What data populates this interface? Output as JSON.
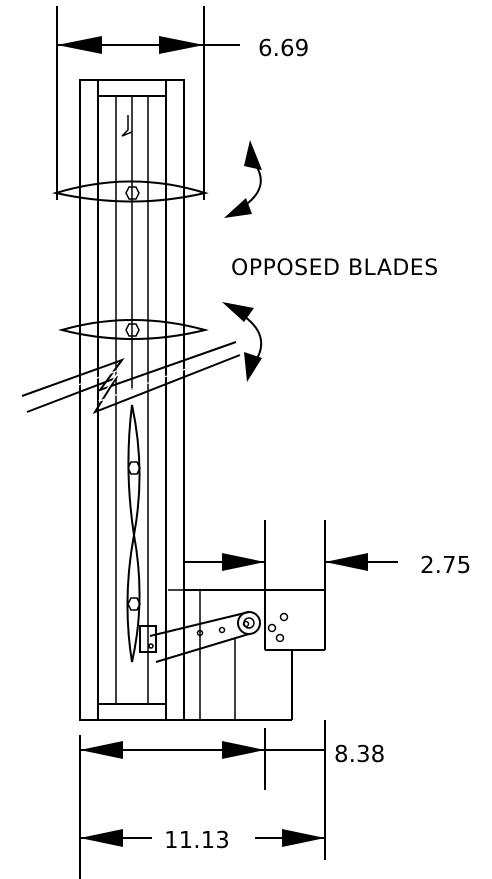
{
  "dimensions": {
    "top_width": "6.69",
    "right_offset": "2.75",
    "linkage_depth": "8.38",
    "overall_width": "11.13"
  },
  "annotation": {
    "blades_label": "OPPOSED BLADES"
  }
}
